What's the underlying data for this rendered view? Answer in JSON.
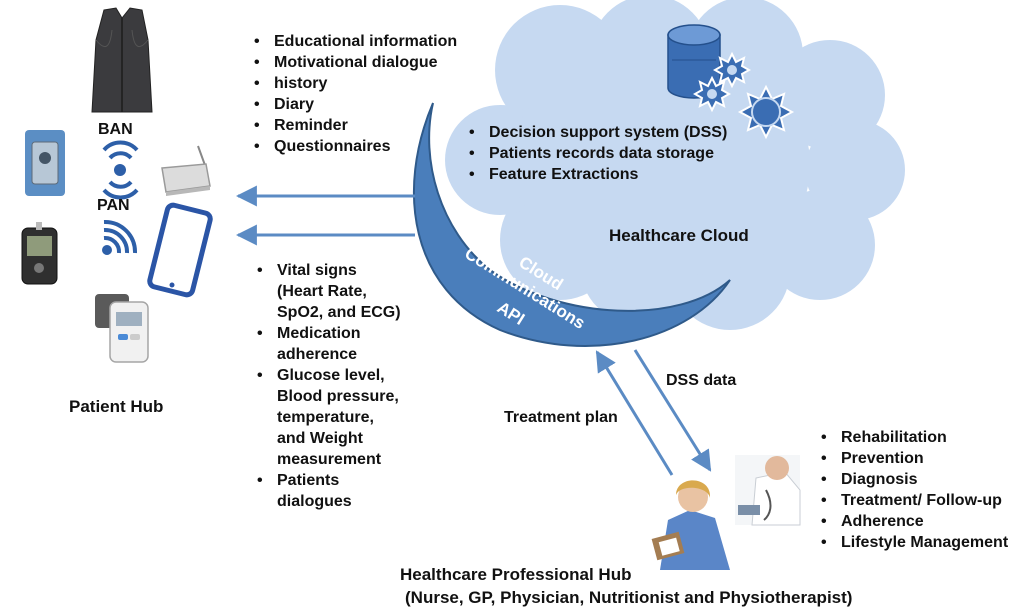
{
  "top_left_list": [
    "Educational information",
    "Motivational dialogue",
    "history",
    "Diary",
    "Reminder",
    "Questionnaires"
  ],
  "vitals_list": [
    "Vital signs (Heart Rate, SpO2,  and ECG)",
    "Medication adherence",
    "Glucose level, Blood pressure, temperature, and Weight measurement",
    "Patients dialogues"
  ],
  "cloud_list": [
    "Decision support system (DSS)",
    "Patients records data storage",
    "Feature Extractions"
  ],
  "professional_list": [
    "Rehabilitation",
    "Prevention",
    "Diagnosis",
    "Treatment/ Follow-up",
    "Adherence",
    "Lifestyle Management"
  ],
  "labels": {
    "ban": "BAN",
    "pan": "PAN",
    "patient_hub": "Patient Hub",
    "healthcare_cloud": "Healthcare Cloud",
    "api_line1": "Cloud",
    "api_line2": "Communications",
    "api_line3": "API",
    "dss_data": "DSS data",
    "treatment_plan": "Treatment plan",
    "professional_hub": "Healthcare Professional Hub",
    "professional_roles": "(Nurse, GP, Physician, Nutritionist and Physiotherapist)"
  },
  "colors": {
    "cloud_fill": "#c6d9f1",
    "moon_fill": "#4a7ebb",
    "moon_stroke": "#2f5a8a",
    "arrow": "#5b8bc4",
    "cylinder": "#3a6db3"
  }
}
